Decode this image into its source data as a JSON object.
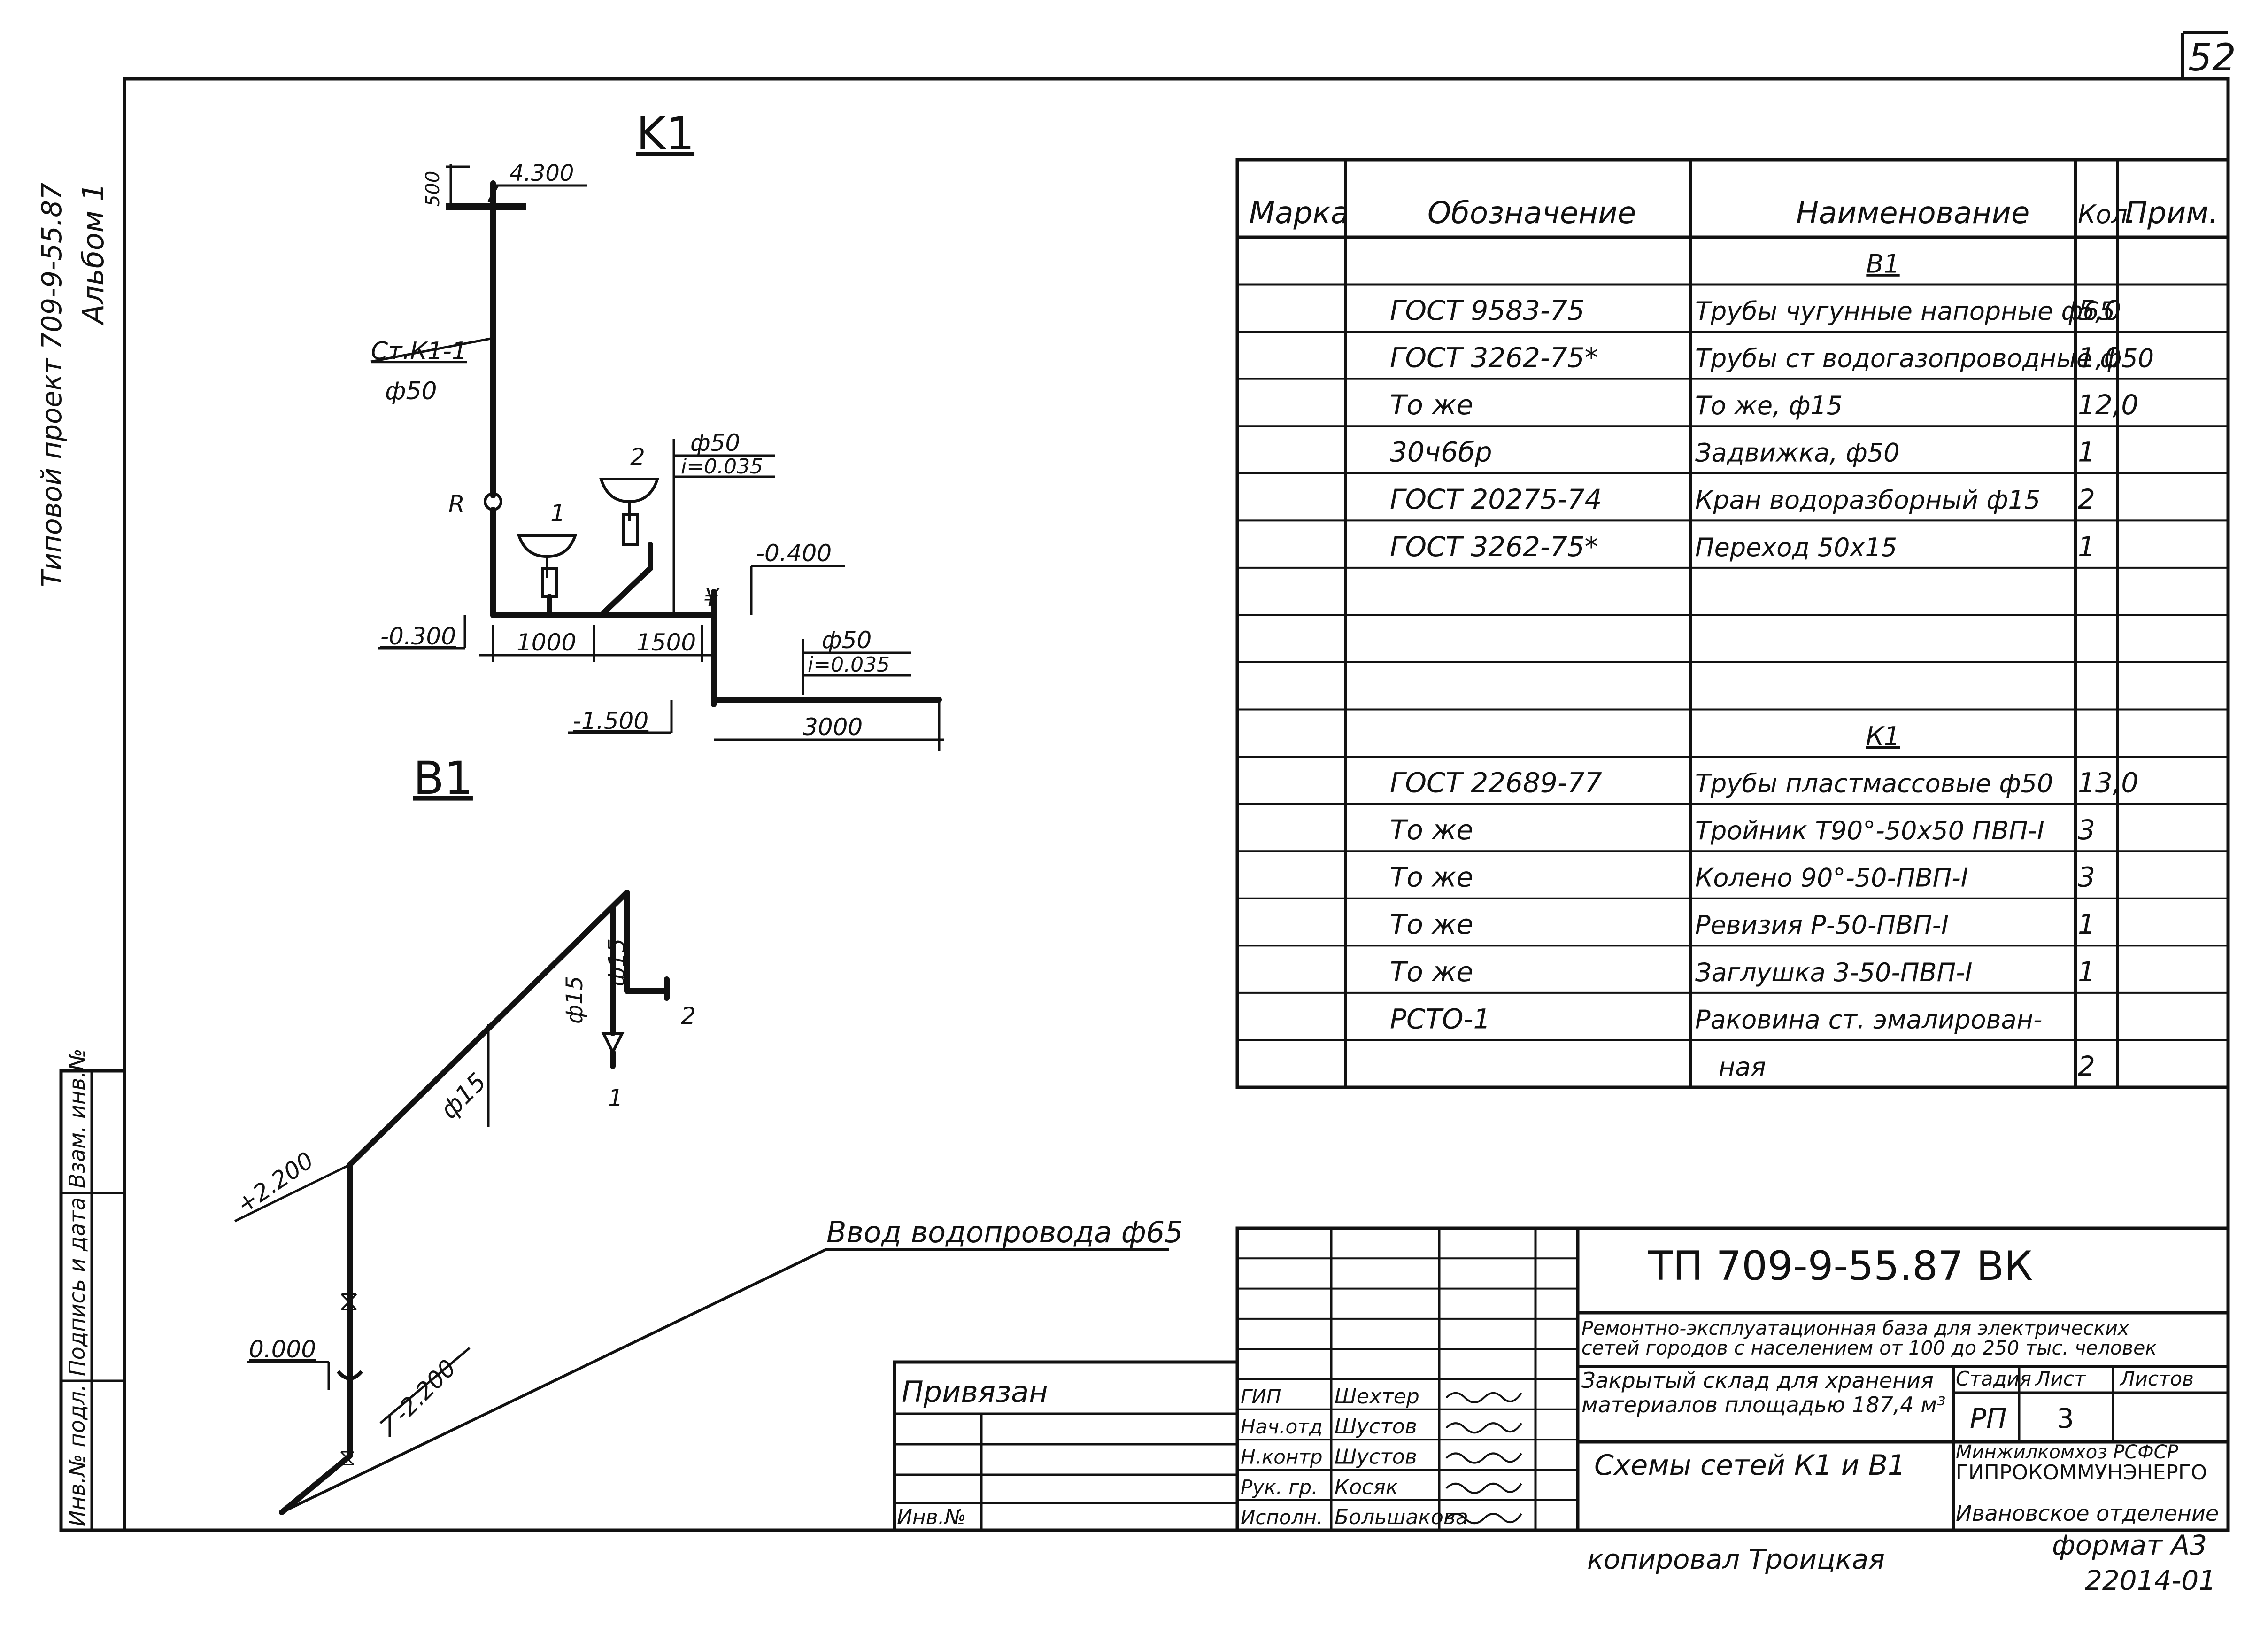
{
  "page_number": "52",
  "side_note": {
    "line1": "Типовой проект 709-9-55.87",
    "line2": "Альбом 1"
  },
  "k1": {
    "title": "K1",
    "top_mark": "4.300",
    "dim_500": "500",
    "riser_label": "Ст.К1-1",
    "riser_dia": "ф50",
    "fixture_1": "1",
    "fixture_2": "2",
    "pipe_dia": "ф50",
    "slope": "i=0.035",
    "mark_m0400": "-0.400",
    "mark_m0300": "-0.300",
    "dim_1000": "1000",
    "dim_1500": "1500",
    "pipe2_dia": "ф50",
    "slope2": "i=0.035",
    "mark_m1500": "-1.500",
    "dim_3000": "3000"
  },
  "b1": {
    "title": "B1",
    "mark_2200": "+2.200",
    "mark_0000": "0.000",
    "mark_m2200": "-2.200",
    "dia_15_a": "ф15",
    "dia_15_b": "ф15",
    "dia_15_c": "ф15",
    "fixture_1": "1",
    "fixture_2": "2",
    "inlet_label": "Ввод водопровода ф65"
  },
  "spec_table": {
    "headers": [
      "Марка",
      "Обозначение",
      "Наименование",
      "Кол.",
      "Прим."
    ],
    "rows": [
      [
        "",
        "",
        "В1",
        "",
        ""
      ],
      [
        "",
        "ГОСТ 9583-75",
        "Трубы чугунные напорные ф65",
        "5,0",
        ""
      ],
      [
        "",
        "ГОСТ 3262-75*",
        "Трубы ст водогазопроводные ф50",
        "1,0",
        ""
      ],
      [
        "",
        "То же",
        "То же, ф15",
        "12,0",
        ""
      ],
      [
        "",
        "30ч6бр",
        "Задвижка, ф50",
        "1",
        ""
      ],
      [
        "",
        "ГОСТ 20275-74",
        "Кран водоразборный ф15",
        "2",
        ""
      ],
      [
        "",
        "ГОСТ 3262-75*",
        "Переход 50х15",
        "1",
        ""
      ],
      [
        "",
        "",
        "",
        "",
        ""
      ],
      [
        "",
        "",
        "",
        "",
        ""
      ],
      [
        "",
        "",
        "",
        "",
        ""
      ],
      [
        "",
        "",
        "К1",
        "",
        ""
      ],
      [
        "",
        "ГОСТ 22689-77",
        "Трубы пластмассовые ф50",
        "13,0",
        ""
      ],
      [
        "",
        "То же",
        "Тройник Т90°-50х50 ПВП-I",
        "3",
        ""
      ],
      [
        "",
        "То же",
        "Колено 90°-50-ПВП-I",
        "3",
        ""
      ],
      [
        "",
        "То же",
        "Ревизия Р-50-ПВП-I",
        "1",
        ""
      ],
      [
        "",
        "То же",
        "Заглушка 3-50-ПВП-I",
        "1",
        ""
      ],
      [
        "",
        "РСТО-1",
        "Раковина ст. эмалирован-",
        "",
        ""
      ],
      [
        "",
        "",
        "ная",
        "2",
        ""
      ]
    ]
  },
  "title_block": {
    "doc_code": "ТП 709-9-55.87 ВК",
    "project": "Ремонтно-эксплуатационная база для электрических сетей городов с населением от 100 до 250 тыс. человек",
    "object": "Закрытый склад для хранения материалов площадью 187,4 м³",
    "sheet_title": "Схемы сетей К1 и В1",
    "stage_label": "Стадия",
    "sheet_label": "Лист",
    "sheets_label": "Листов",
    "stage": "РП",
    "sheet": "3",
    "org1": "Минжилкомхоз РСФСР",
    "org2": "ГИПРОКОММУНЭНЕРГО",
    "org3": "Ивановское отделение",
    "roles": [
      "ГИП",
      "Нач.отд",
      "Н.контр",
      "Рук. гр.",
      "Исполн."
    ],
    "names": [
      "Шехтер",
      "Шустов",
      "Шустов",
      "Косяк",
      "Большакова"
    ]
  },
  "privyazan": {
    "label": "Привязан",
    "inv_label": "Инв.№"
  },
  "left_strip": {
    "label1": "Инв.№ подл.",
    "label2": "Подпись и дата",
    "label3": "Взам. инв.№"
  },
  "footer": {
    "copied": "копировал Троицкая",
    "format": "формат А3",
    "number": "22014-01"
  }
}
